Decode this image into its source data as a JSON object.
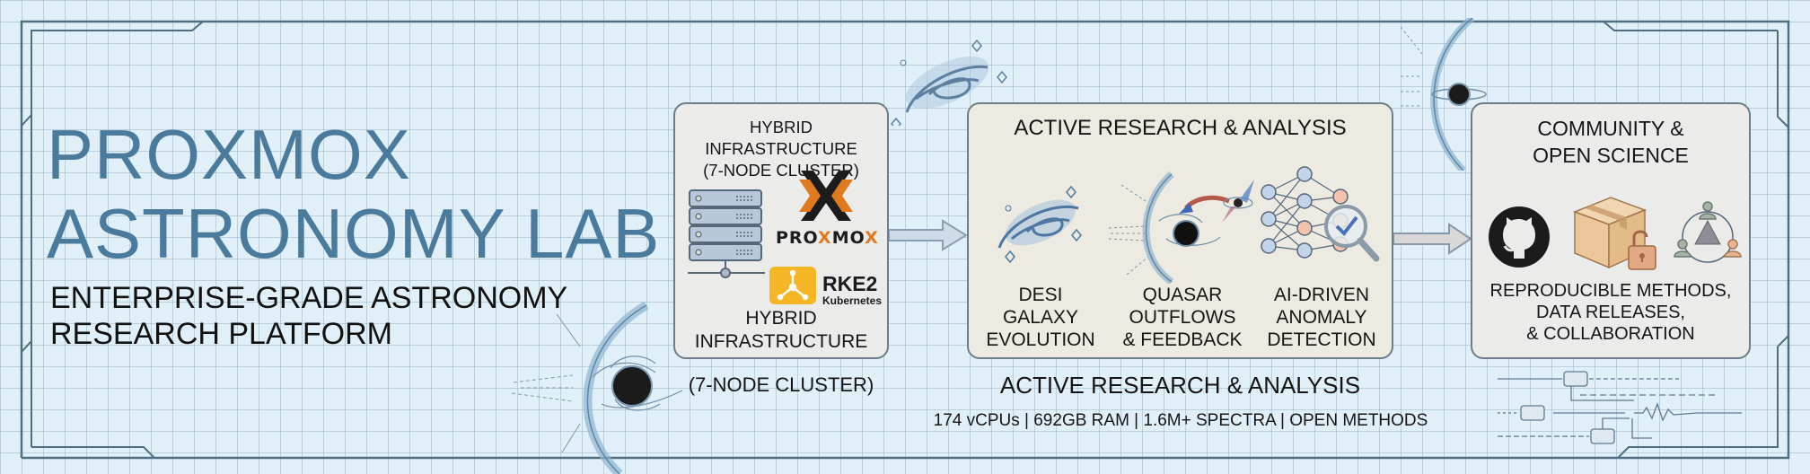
{
  "title": {
    "line1": "PROXMOX",
    "line2": "ASTRONOMY LAB"
  },
  "subtitle": {
    "line1": "ENTERPRISE-GRADE ASTRONOMY",
    "line2": "RESEARCH PLATFORM"
  },
  "infrastructure": {
    "heading_line1": "HYBRID INFRASTRUCTURE",
    "heading_line2": "(7-NODE CLUSTER)",
    "icons": [
      "server-rack-icon",
      "proxmox-logo",
      "rke2-kubernetes-logo"
    ],
    "proxmox_wordmark_pre": "PRO",
    "proxmox_wordmark_x1": "X",
    "proxmox_wordmark_mid": "MO",
    "proxmox_wordmark_x2": "X",
    "rke2_label": "RKE2",
    "rke2_sub": "Kubernetes",
    "footer_line1": "HYBRID",
    "footer_line2": "INFRASTRUCTURE",
    "caption_below": "(7-NODE CLUSTER)"
  },
  "research": {
    "heading": "ACTIVE RESEARCH & ANALYSIS",
    "columns": [
      {
        "icon": "spiral-galaxy-icon",
        "line1": "DESI",
        "line2": "GALAXY",
        "line3": "EVOLUTION"
      },
      {
        "icon": "quasar-black-hole-icon",
        "line1": "QUASAR",
        "line2": "OUTFLOWS",
        "line3": "& FEEDBACK"
      },
      {
        "icon": "neural-network-search-icon",
        "line1": "AI-DRIVEN",
        "line2": "ANOMALY",
        "line3": "DETECTION"
      }
    ],
    "caption_below": "ACTIVE RESEARCH & ANALYSIS",
    "stats": "174 vCPUs | 692GB RAM | 1.6M+ SPECTRA | OPEN METHODS"
  },
  "community": {
    "heading_line1": "COMMUNITY &",
    "heading_line2": "OPEN SCIENCE",
    "icons": [
      "github-icon",
      "open-package-icon",
      "collaboration-icon"
    ],
    "footer_line1": "REPRODUCIBLE METHODS,",
    "footer_line2": "DATA RELEASES,",
    "footer_line3": "& COLLABORATION"
  },
  "colors": {
    "background": "#e1f0f8",
    "frame": "#4e6e82",
    "title": "#4a7a9c",
    "proxmox_orange": "#e07a1f",
    "rke2_yellow": "#f5b625",
    "card_bg": "#ebebea"
  }
}
